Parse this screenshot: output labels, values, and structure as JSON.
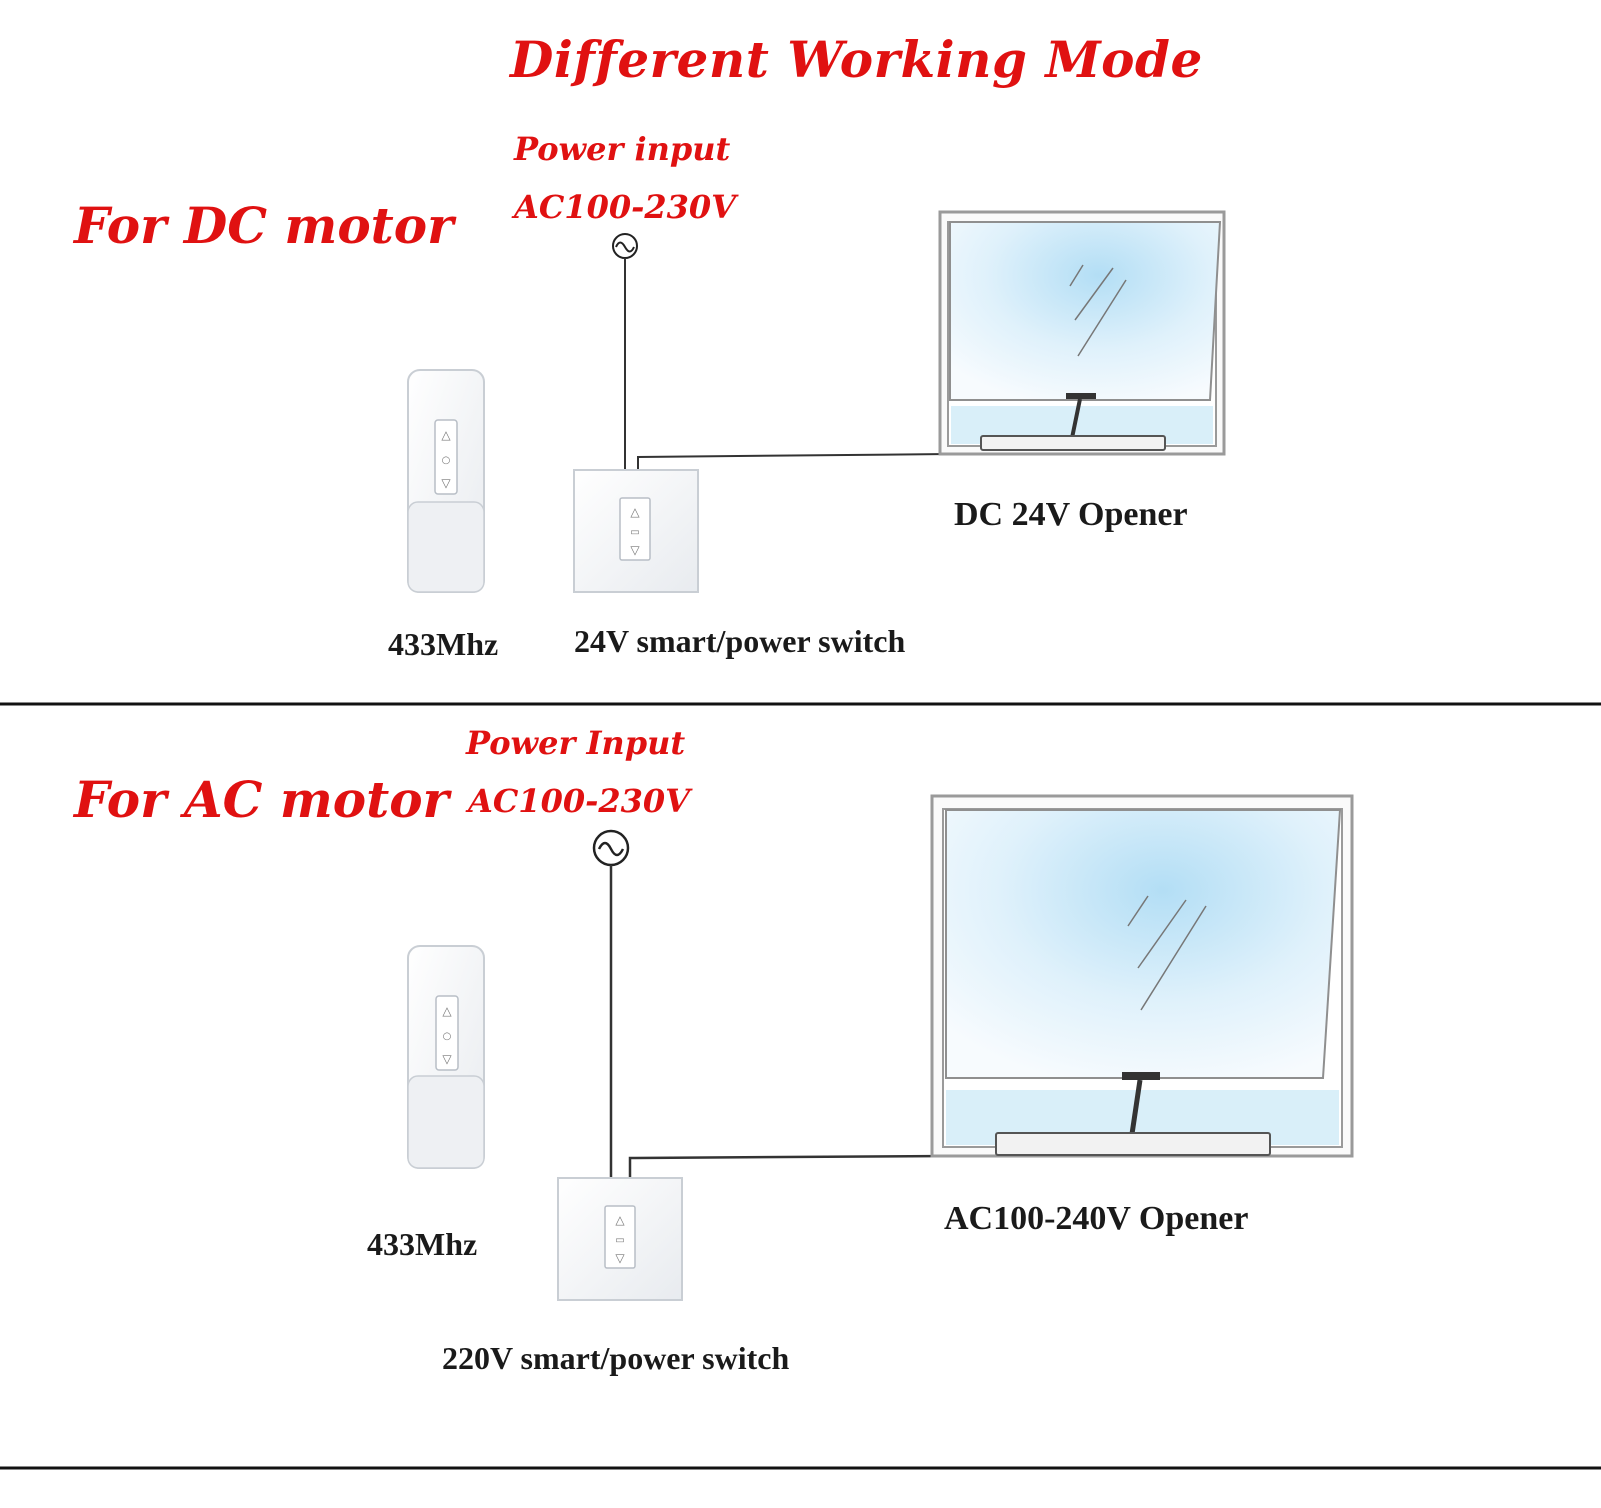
{
  "title": "Different Working Mode",
  "colors": {
    "title_red": "#e01111",
    "label_dark": "#1a1a1a",
    "glass_blue": "#bfe6f8",
    "frame_gray": "#9a9a9a",
    "device_white": "#f7f8fa"
  },
  "dc_section": {
    "heading": "For DC motor",
    "power_label": "Power input",
    "power_voltage": "AC100-230V",
    "remote_label": "433Mhz",
    "switch_label": "24V smart/power switch",
    "opener_label": "DC 24V Opener"
  },
  "ac_section": {
    "heading": "For AC motor",
    "power_label": "Power Input",
    "power_voltage": "AC100-230V",
    "remote_label": "433Mhz",
    "switch_label": "220V smart/power switch",
    "opener_label": "AC100-240V Opener"
  },
  "icons": {
    "power_source": "ac-power-source-icon",
    "remote": "remote-control-icon",
    "wall_switch": "wall-switch-icon",
    "window": "window-opener-icon"
  }
}
